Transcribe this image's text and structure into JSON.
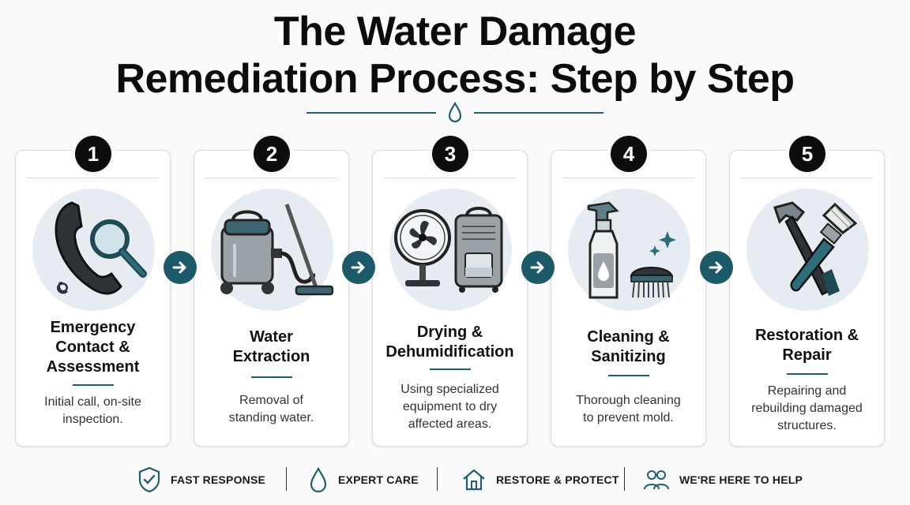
{
  "title": {
    "line1": "The Water Damage",
    "line2": "Remediation Process: Step by Step"
  },
  "colors": {
    "teal": "#1c5a6a",
    "badge": "#0d0d0d",
    "icon_bg": "#e6ecf1"
  },
  "steps": [
    {
      "number": "1",
      "title_lines": [
        "Emergency",
        "Contact &",
        "Assessment"
      ],
      "desc_lines": [
        "Initial call, on-site",
        "inspection."
      ],
      "icon": "phone-magnifier-icon"
    },
    {
      "number": "2",
      "title_lines": [
        "Water",
        "Extraction"
      ],
      "desc_lines": [
        "Removal of",
        "standing water."
      ],
      "icon": "wet-vacuum-icon"
    },
    {
      "number": "3",
      "title_lines": [
        "Drying &",
        "Dehumidification"
      ],
      "desc_lines": [
        "Using specialized",
        "equipment to dry",
        "affected areas."
      ],
      "icon": "fan-dehumidifier-icon"
    },
    {
      "number": "4",
      "title_lines": [
        "Cleaning &",
        "Sanitizing"
      ],
      "desc_lines": [
        "Thorough cleaning",
        "to prevent mold."
      ],
      "icon": "spray-brush-icon"
    },
    {
      "number": "5",
      "title_lines": [
        "Restoration &",
        "Repair"
      ],
      "desc_lines": [
        "Repairing and",
        "rebuilding damaged",
        "structures."
      ],
      "icon": "hammer-paintbrush-icon"
    }
  ],
  "footer": [
    {
      "label": "FAST RESPONSE",
      "icon": "shield-check-icon"
    },
    {
      "label": "EXPERT CARE",
      "icon": "water-drop-icon"
    },
    {
      "label": "RESTORE & PROTECT",
      "icon": "house-icon"
    },
    {
      "label": "WE'RE HERE TO HELP",
      "icon": "people-icon"
    }
  ]
}
